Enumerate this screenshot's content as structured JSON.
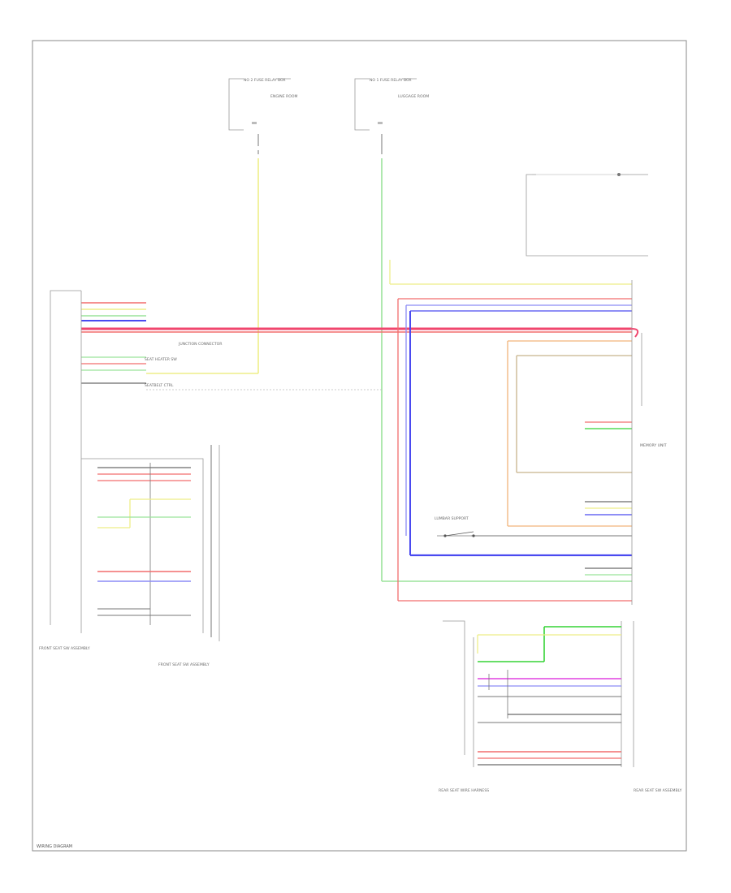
{
  "wire_colors": {
    "red": "#f26d6d",
    "red_main": "#f0466e",
    "yellow": "#eeee88",
    "light_green": "#9be39b",
    "green": "#35d335",
    "blue": "#4a4af0",
    "light_blue": "#8c8cf5",
    "orange": "#f2b47a",
    "tan": "#c8b48c",
    "magenta": "#e040e0",
    "black": "#444444",
    "gray": "#9a9a9a"
  },
  "labels": {
    "fuse_left_title": "NO 2 FUSE RELAY BOX",
    "fuse_left_desc": "ENGINE ROOM",
    "fuse_right_title": "NO 1 FUSE RELAY BOX",
    "fuse_right_desc": "LUGGAGE ROOM",
    "junction": "JUNCTION CONNECTOR",
    "front_seat_main": "FRONT SEAT SW ASSEMBLY",
    "front_seat_sub": "FRONT SEAT SW ASSEMBLY",
    "seat_heater": "SEAT HEATER SW",
    "seatbelt": "SEATBELT CTRL",
    "memory_unit": "MEMORY UNIT",
    "lumbar": "LUMBAR SUPPORT",
    "footer_left": "WIRING DIAGRAM",
    "rear_left": "REAR SEAT WIRE HARNESS",
    "rear_right": "REAR SEAT SW ASSEMBLY"
  }
}
